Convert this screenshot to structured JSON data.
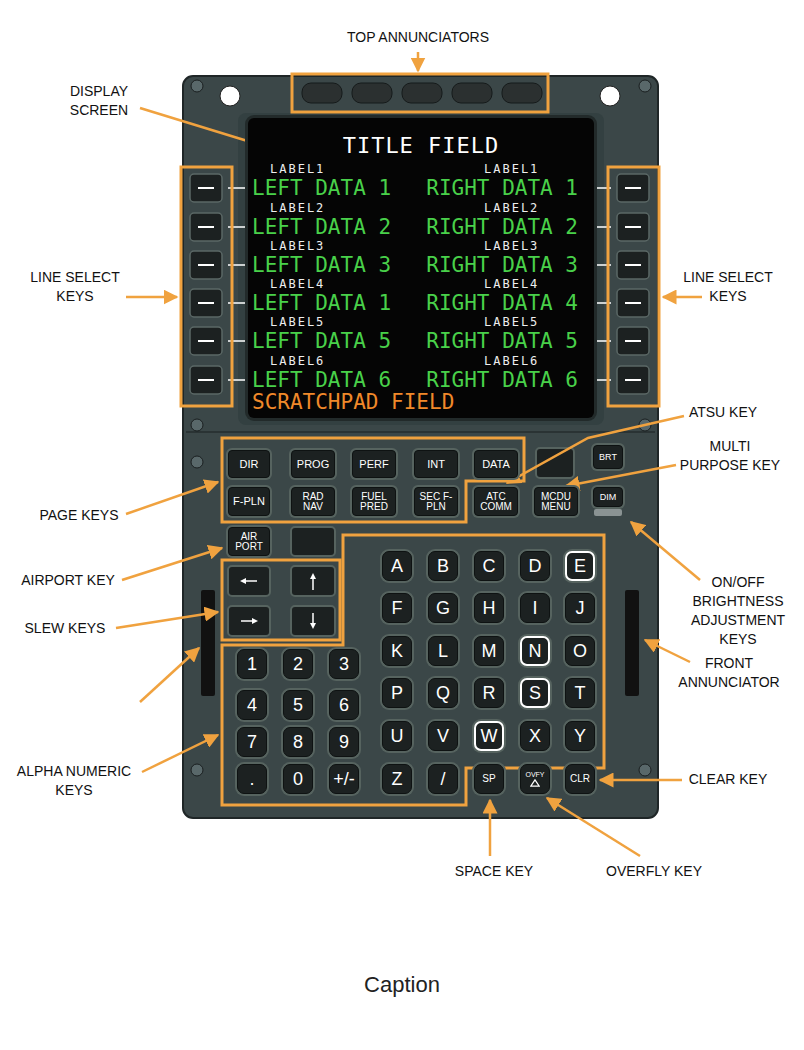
{
  "diagram": {
    "caption": "Caption",
    "nodes": [
      {
        "text": [
          "TITLE FIELD",
          "LABEL1",
          "LABEL1",
          "LEFT DATA 1",
          "RIGHT DATA 1",
          "LABEL2",
          "LABEL2",
          "LEFT DATA 2",
          "RIGHT DATA 2",
          "LABEL3",
          "LABEL3",
          "LEFT DATA 3",
          "RIGHT DATA 3",
          "LABEL4",
          "LABEL4",
          "LEFT DATA 1",
          "RIGHT DATA 4",
          "LABEL5",
          "LABEL5",
          "LEFT DATA 5",
          "RIGHT DATA 5",
          "LABEL6",
          "LABEL6",
          "LEFT DATA 6",
          "RIGHT DATA 6",
          "SCRATCHPAD FIELD"
        ]
      },
      {
        "text": [
          "DIR"
        ]
      },
      {
        "text": [
          "PROG"
        ]
      },
      {
        "text": [
          "PERF"
        ]
      },
      {
        "text": [
          "INT"
        ]
      },
      {
        "text": [
          "DATA"
        ]
      },
      {
        "text": [
          "BRT"
        ]
      },
      {
        "text": [
          "F-PLN"
        ]
      },
      {
        "text": [
          "RAD NAV"
        ]
      },
      {
        "text": [
          "FUEL PRED"
        ]
      },
      {
        "text": [
          "SEC F-PLN"
        ]
      },
      {
        "text": [
          "ATC COMM"
        ]
      },
      {
        "text": [
          "MCDU MENU"
        ]
      },
      {
        "text": [
          "DIM"
        ]
      },
      {
        "text": [
          "AIR PORT"
        ]
      },
      {
        "text": [
          "A"
        ]
      },
      {
        "text": [
          "B"
        ]
      },
      {
        "text": [
          "C"
        ]
      },
      {
        "text": [
          "D"
        ]
      },
      {
        "text": [
          "E"
        ]
      },
      {
        "text": [
          "F"
        ]
      },
      {
        "text": [
          "G"
        ]
      },
      {
        "text": [
          "H"
        ]
      },
      {
        "text": [
          "I"
        ]
      },
      {
        "text": [
          "J"
        ]
      },
      {
        "text": [
          "K"
        ]
      },
      {
        "text": [
          "L"
        ]
      },
      {
        "text": [
          "M"
        ]
      },
      {
        "text": [
          "N"
        ]
      },
      {
        "text": [
          "O"
        ]
      },
      {
        "text": [
          "P"
        ]
      },
      {
        "text": [
          "Q"
        ]
      },
      {
        "text": [
          "R"
        ]
      },
      {
        "text": [
          "S"
        ]
      },
      {
        "text": [
          "T"
        ]
      },
      {
        "text": [
          "U"
        ]
      },
      {
        "text": [
          "V"
        ]
      },
      {
        "text": [
          "W"
        ]
      },
      {
        "text": [
          "X"
        ]
      },
      {
        "text": [
          "Y"
        ]
      },
      {
        "text": [
          "Z"
        ]
      },
      {
        "text": [
          "/"
        ]
      },
      {
        "text": [
          "1"
        ]
      },
      {
        "text": [
          "2"
        ]
      },
      {
        "text": [
          "3"
        ]
      },
      {
        "text": [
          "4"
        ]
      },
      {
        "text": [
          "5"
        ]
      },
      {
        "text": [
          "6"
        ]
      },
      {
        "text": [
          "7"
        ]
      },
      {
        "text": [
          "8"
        ]
      },
      {
        "text": [
          "9"
        ]
      },
      {
        "text": [
          "."
        ]
      },
      {
        "text": [
          "0"
        ]
      },
      {
        "text": [
          "+/-"
        ]
      },
      {
        "text": [
          "SP"
        ]
      },
      {
        "text": [
          "OVFY"
        ]
      },
      {
        "text": [
          "CLR"
        ]
      }
    ],
    "labels": [
      "TOP ANNUNCIATORS",
      "DISPLAY SCREEN",
      "LINE SELECT KEYS",
      "LINE SELECT KEYS",
      "ATSU KEY",
      "MULTI PURPOSE KEY",
      "PAGE KEYS",
      "ON/OFF BRIGHTNESS ADJUSTMENT KEYS",
      "AIRPORT KEY",
      "SLEW KEYS",
      "FRONT ANNUNCIATOR",
      "ALPHA NUMERIC KEYS",
      "CLEAR KEY",
      "SPACE KEY",
      "OVERFLY KEY"
    ]
  }
}
